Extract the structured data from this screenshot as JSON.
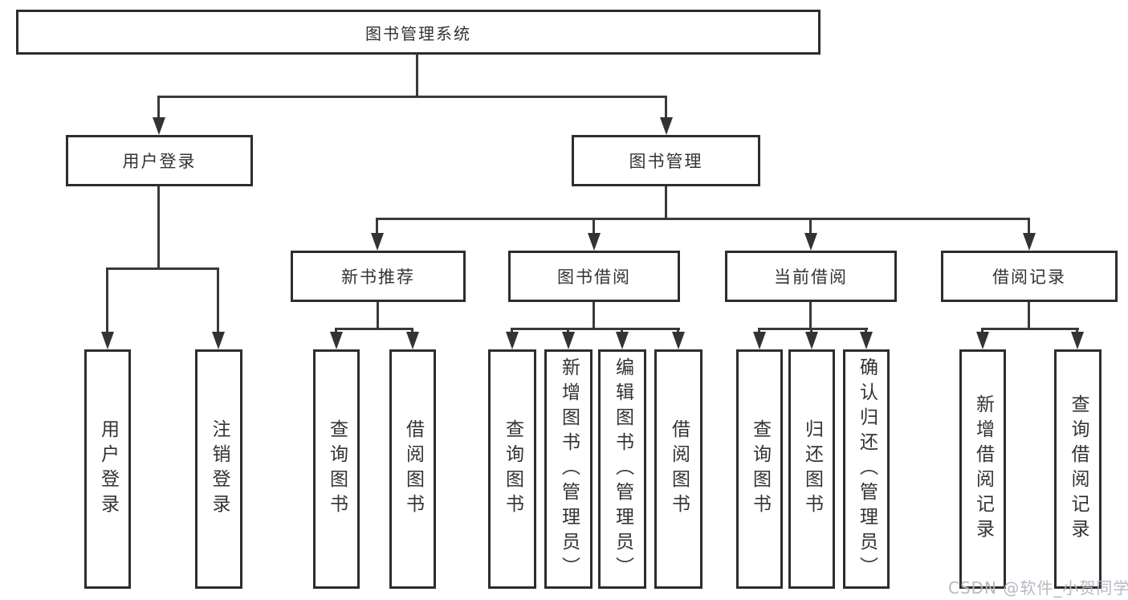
{
  "title": "图书管理系统",
  "tree": {
    "root": {
      "label": "图书管理系统"
    },
    "user_login": {
      "label": "用户登录",
      "children": {
        "login": "用户登录",
        "logout": "注销登录"
      }
    },
    "book_mgmt": {
      "label": "图书管理"
    },
    "new_books": {
      "label": "新书推荐",
      "children": {
        "query": "查询图书",
        "borrow": "借阅图书"
      }
    },
    "book_borrow": {
      "label": "图书借阅",
      "children": {
        "query": "查询图书",
        "add": "新增图书（管理员）",
        "edit": "编辑图书（管理员）",
        "borrow": "借阅图书"
      }
    },
    "current_borrow": {
      "label": "当前借阅",
      "children": {
        "query": "查询图书",
        "return": "归还图书",
        "confirm": "确认归还（管理员）"
      }
    },
    "borrow_records": {
      "label": "借阅记录",
      "children": {
        "add": "新增借阅记录",
        "query": "查询借阅记录"
      }
    }
  },
  "watermark": {
    "text": "CSDN @软件_小贺同学"
  },
  "colors": {
    "line": "#3a3a3a",
    "box_border": "#2d2d2d",
    "text": "#333333",
    "watermark": "#b2b6be",
    "background": "#ffffff"
  }
}
